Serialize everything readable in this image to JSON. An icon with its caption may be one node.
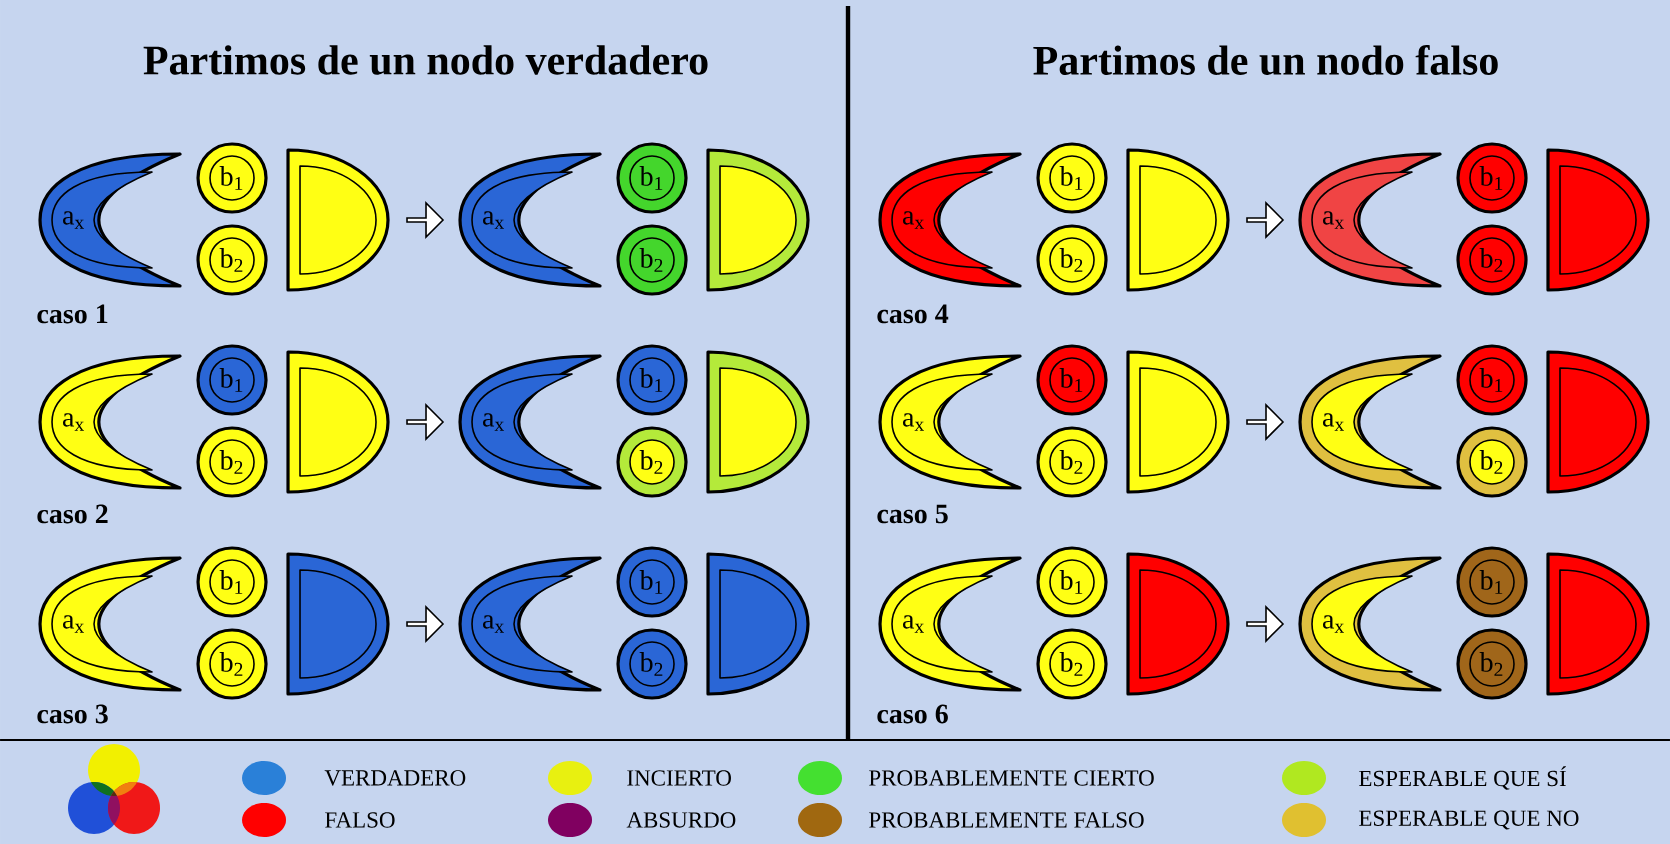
{
  "diagram": {
    "nodes": [
      {
        "text": [
          "a$_{x}$"
        ]
      },
      {
        "text": [
          "b$_{1}$"
        ]
      },
      {
        "text": [
          "b$_{2}$"
        ]
      },
      {
        "text": [],
        "shape": "semicircle"
      },
      {
        "text": [
          "a$_{x}$"
        ]
      },
      {
        "text": [
          "b$_{1}$"
        ]
      },
      {
        "text": [
          "b$_{2}$"
        ]
      },
      {
        "text": [],
        "shape": "semicircle"
      },
      {
        "text": [
          "a$_{x}$"
        ]
      },
      {
        "text": [
          "b$_{1}$"
        ]
      },
      {
        "text": [
          "b$_{2}$"
        ]
      },
      {
        "text": [],
        "shape": "semicircle"
      },
      {
        "text": [
          "a$_{x}$"
        ]
      },
      {
        "text": [
          "b$_{1}$"
        ]
      },
      {
        "text": [
          "b$_{2}$"
        ]
      },
      {
        "text": [],
        "shape": "semicircle"
      },
      {
        "text": [
          "a$_{x}$"
        ]
      },
      {
        "text": [
          "b$_{1}$"
        ]
      },
      {
        "text": [
          "b$_{2}$"
        ]
      },
      {
        "text": [],
        "shape": "semicircle"
      },
      {
        "text": [
          "a$_{x}$"
        ]
      },
      {
        "text": [
          "b$_{1}$"
        ]
      },
      {
        "text": [
          "b$_{2}$"
        ]
      },
      {
        "text": [],
        "shape": "semicircle"
      },
      {
        "text": [
          "a$_{x}$"
        ]
      },
      {
        "text": [
          "b$_{1}$"
        ]
      },
      {
        "text": [
          "b$_{2}$"
        ]
      },
      {
        "text": [],
        "shape": "semicircle"
      },
      {
        "text": [
          "a$_{x}$"
        ]
      },
      {
        "text": [
          "b$_{1}$"
        ]
      },
      {
        "text": [
          "b$_{2}$"
        ]
      },
      {
        "text": [],
        "shape": "semicircle"
      },
      {
        "text": [
          "a$_{x}$"
        ]
      },
      {
        "text": [
          "b$_{1}$"
        ]
      },
      {
        "text": [
          "b$_{2}$"
        ]
      },
      {
        "text": [],
        "shape": "semicircle"
      },
      {
        "text": [
          "a$_{x}$"
        ]
      },
      {
        "text": [
          "b$_{1}$"
        ]
      },
      {
        "text": [
          "b$_{2}$"
        ]
      },
      {
        "text": [],
        "shape": "semicircle"
      },
      {
        "text": [
          "a$_{x}$"
        ]
      },
      {
        "text": [
          "b$_{1}$"
        ]
      },
      {
        "text": [
          "b$_{2}$"
        ]
      },
      {
        "text": [],
        "shape": "semicircle"
      },
      {
        "text": [
          "a$_{x}$"
        ]
      },
      {
        "text": [
          "b$_{1}$"
        ]
      },
      {
        "text": [
          "b$_{2}$"
        ]
      },
      {
        "text": [],
        "shape": "semicircle"
      }
    ],
    "edges": [
      {
        "from": 3,
        "to": 4,
        "arrow": "to"
      },
      {
        "from": 11,
        "to": 12,
        "arrow": "to"
      },
      {
        "from": 19,
        "to": 20,
        "arrow": "to"
      },
      {
        "from": 27,
        "to": 28,
        "arrow": "to"
      },
      {
        "from": 35,
        "to": 36,
        "arrow": "to"
      },
      {
        "from": 43,
        "to": 44,
        "arrow": "to"
      }
    ],
    "labels": [
      "Partimos de un nodo verdadero",
      "Partimos de un nodo falso",
      "caso 1",
      "caso 2",
      "caso 3",
      "caso 4",
      "caso 5",
      "caso 6"
    ],
    "legend": [
      {
        "text": "VERDADERO",
        "color": "#2a80d8"
      },
      {
        "text": "INCIERTO",
        "color": "#e8f010"
      },
      {
        "text": "PROBABLEMENTE CIERTO",
        "color": "#44e030"
      },
      {
        "text": "ESPERABLE QUE SÍ",
        "color": "#b0e820"
      },
      {
        "text": "FALSO",
        "color": "#ff0000"
      },
      {
        "text": "ABSURDO",
        "color": "#800060"
      },
      {
        "text": "PROBABLEMENTE FALSO",
        "color": "#a06810"
      },
      {
        "text": "ESPERABLE QUE NO",
        "color": "#e0c030"
      }
    ]
  }
}
